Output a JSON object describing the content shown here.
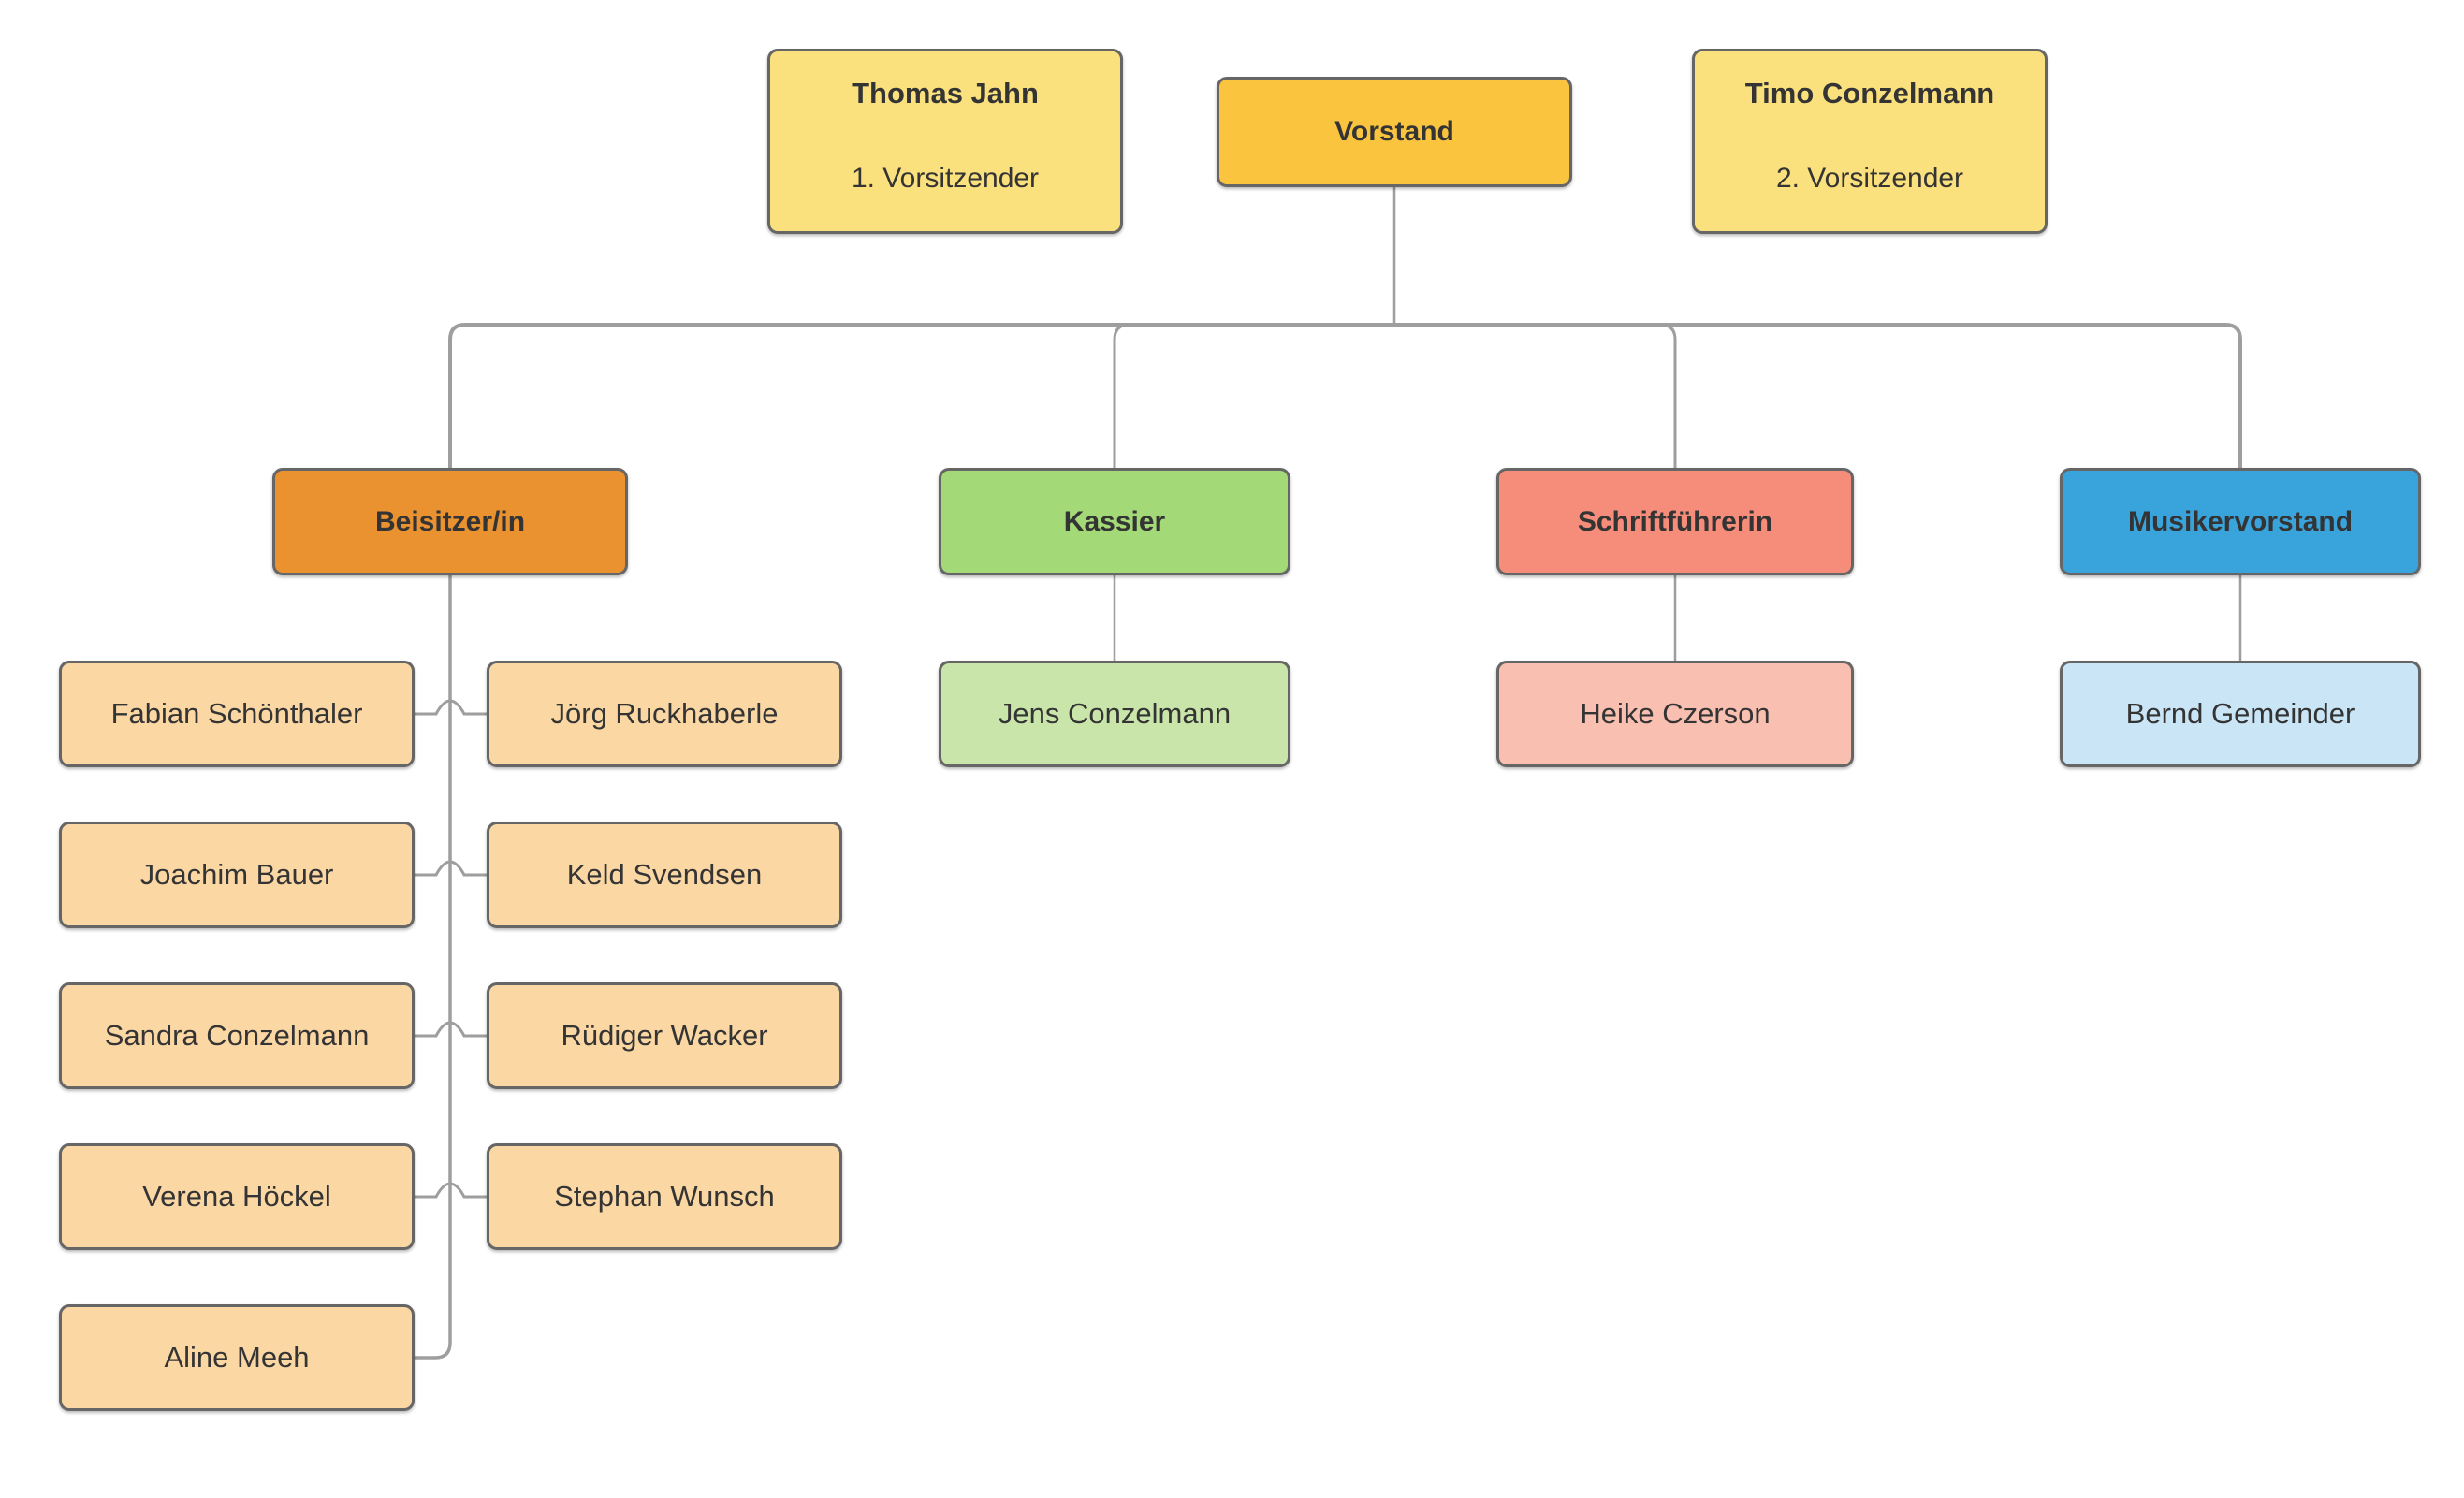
{
  "palette": {
    "node_border": "#666666",
    "connector": "#9E9E9E",
    "text": "#343434",
    "page_bg": "#FFFFFF",
    "root_fill": "#FAC43F",
    "chair_fill": "#FBE17D",
    "beisitzer_fill": "#EA9130",
    "beisitzer_member_fill": "#FBD7A4",
    "kassier_fill": "#A3D977",
    "kassier_member_fill": "#C9E5A9",
    "schriftfuehrerin_fill": "#F68D7B",
    "schriftfuehrerin_member_fill": "#F9BFB1",
    "musikervorstand_fill": "#39A3DB",
    "musikervorstand_member_fill": "#C9E5F6"
  },
  "org_chart": {
    "root": {
      "label": "Vorstand"
    },
    "chairs": [
      {
        "name": "Thomas Jahn",
        "role": "1. Vorsitzender"
      },
      {
        "name": "Timo Conzelmann",
        "role": "2. Vorsitzender"
      }
    ],
    "branches": [
      {
        "label": "Beisitzer/in",
        "members": [
          "Fabian Schönthaler",
          "Jörg Ruckhaberle",
          "Joachim Bauer",
          "Keld Svendsen",
          "Sandra Conzelmann",
          "Rüdiger Wacker",
          "Verena Höckel",
          "Stephan Wunsch",
          "Aline Meeh"
        ]
      },
      {
        "label": "Kassier",
        "members": [
          "Jens Conzelmann"
        ]
      },
      {
        "label": "Schriftführerin",
        "members": [
          "Heike Czerson"
        ]
      },
      {
        "label": "Musikervorstand",
        "members": [
          "Bernd Gemeinder"
        ]
      }
    ]
  }
}
